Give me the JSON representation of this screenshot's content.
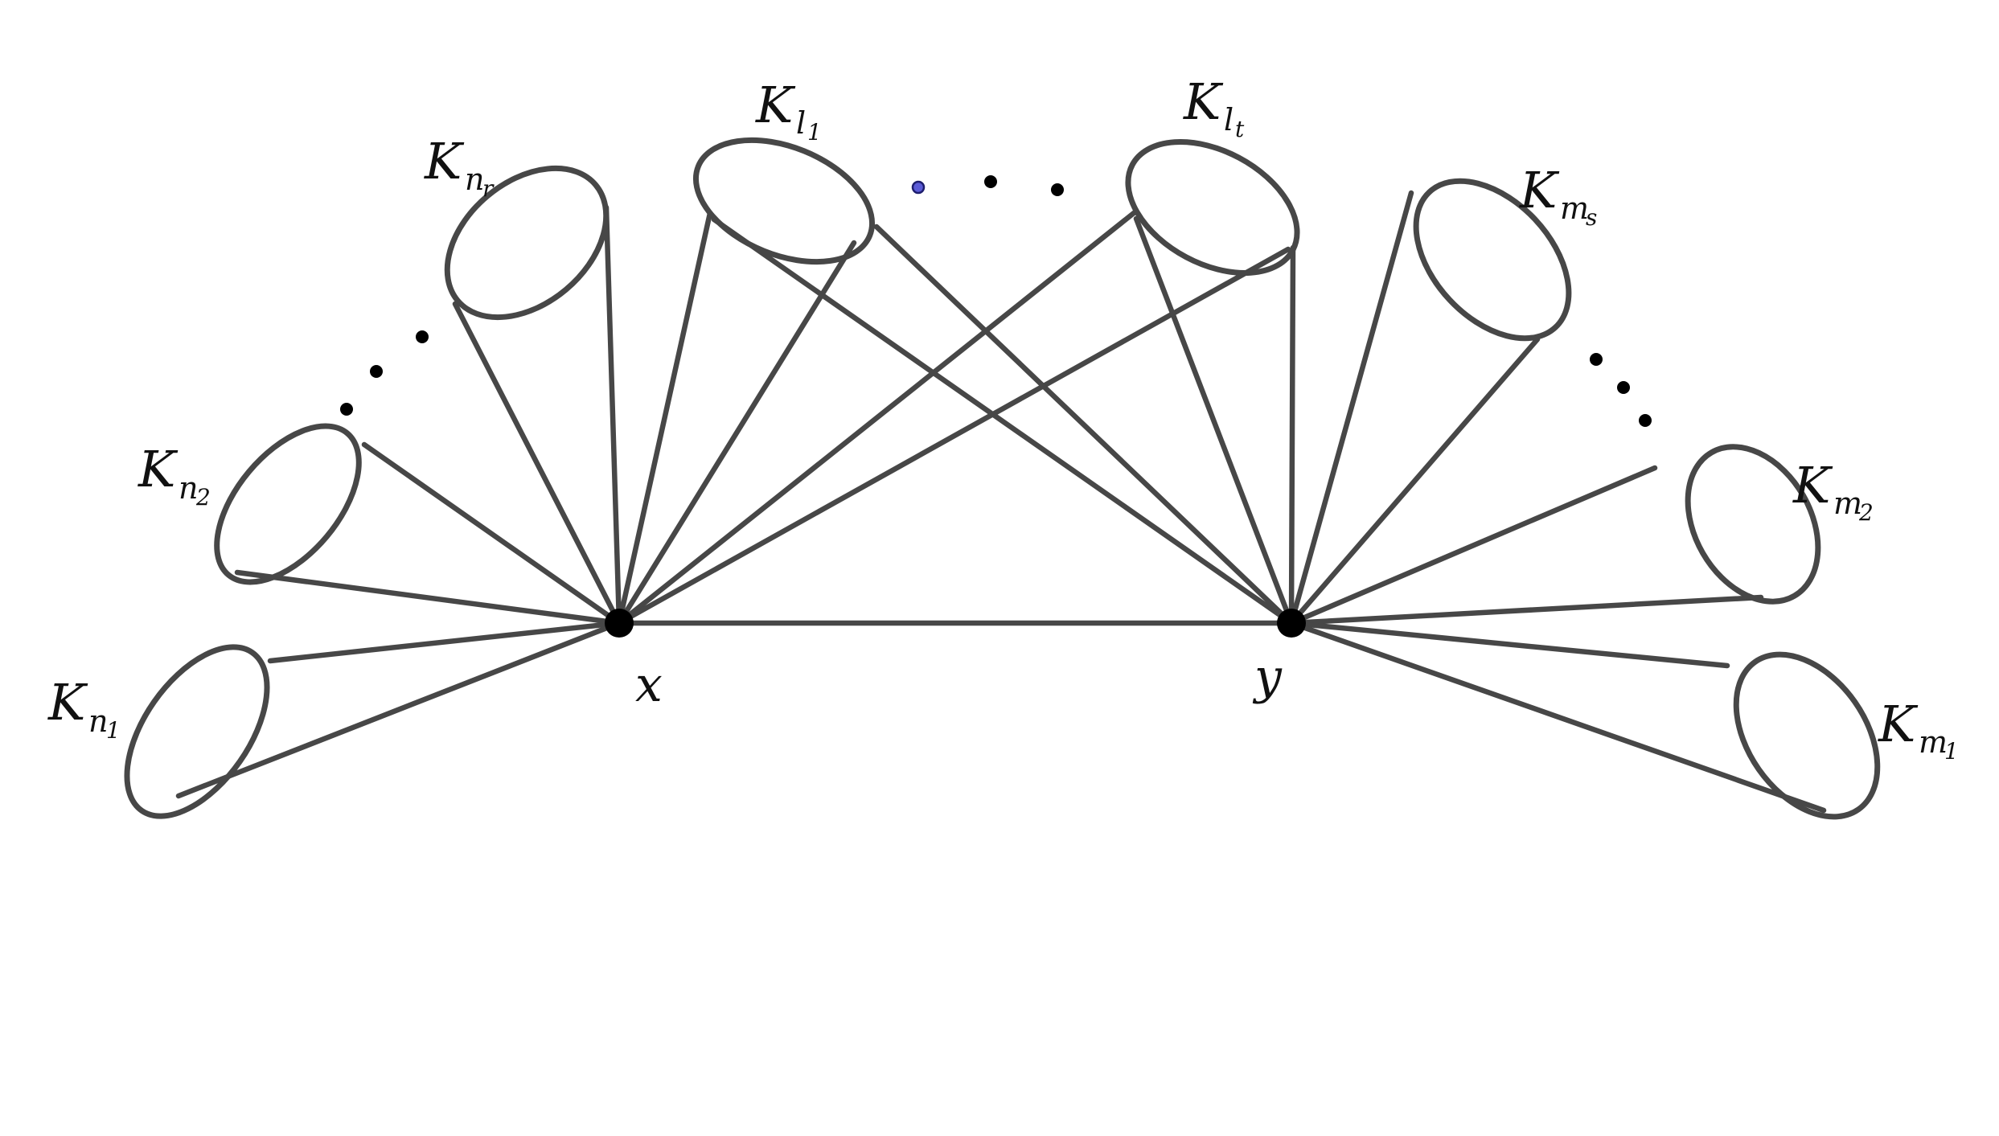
{
  "vertices": {
    "x": {
      "label": "x"
    },
    "y": {
      "label": "y"
    }
  },
  "cliques": {
    "n1": {
      "base": "K",
      "sub": "n",
      "subsub": "1"
    },
    "n2": {
      "base": "K",
      "sub": "n",
      "subsub": "2"
    },
    "nr": {
      "base": "K",
      "sub": "n",
      "subsub": "r"
    },
    "l1": {
      "base": "K",
      "sub": "l",
      "subsub": "1"
    },
    "lt": {
      "base": "K",
      "sub": "l",
      "subsub": "t"
    },
    "ms": {
      "base": "K",
      "sub": "m",
      "subsub": "s"
    },
    "m2": {
      "base": "K",
      "sub": "m",
      "subsub": "2"
    },
    "m1": {
      "base": "K",
      "sub": "m",
      "subsub": "1"
    }
  },
  "colors": {
    "edge": "#474747",
    "vertex": "#000000",
    "highlight_dot": "#5b5bd6"
  }
}
